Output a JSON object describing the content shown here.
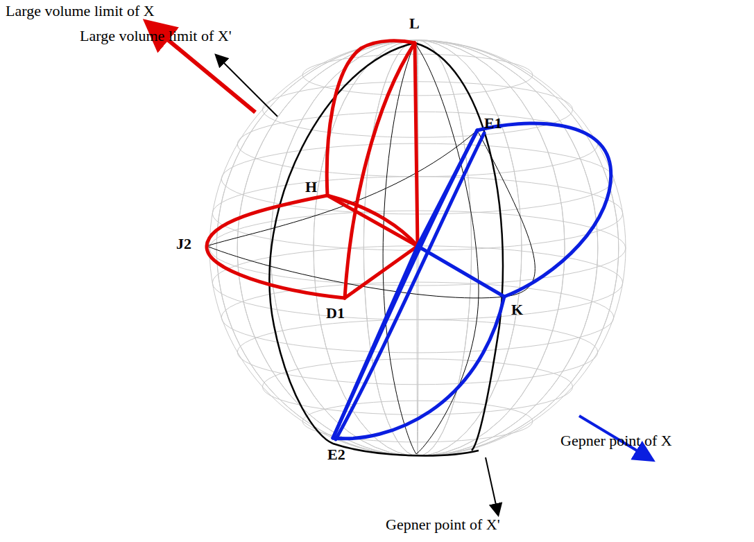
{
  "diagram": {
    "labels": [
      "Large volume limit of X",
      "Large volume limit of X'",
      "L",
      "E1",
      "H",
      "J2",
      "D1",
      "K",
      "E2",
      "Gepner point of X",
      "Gepner point of X'"
    ]
  }
}
